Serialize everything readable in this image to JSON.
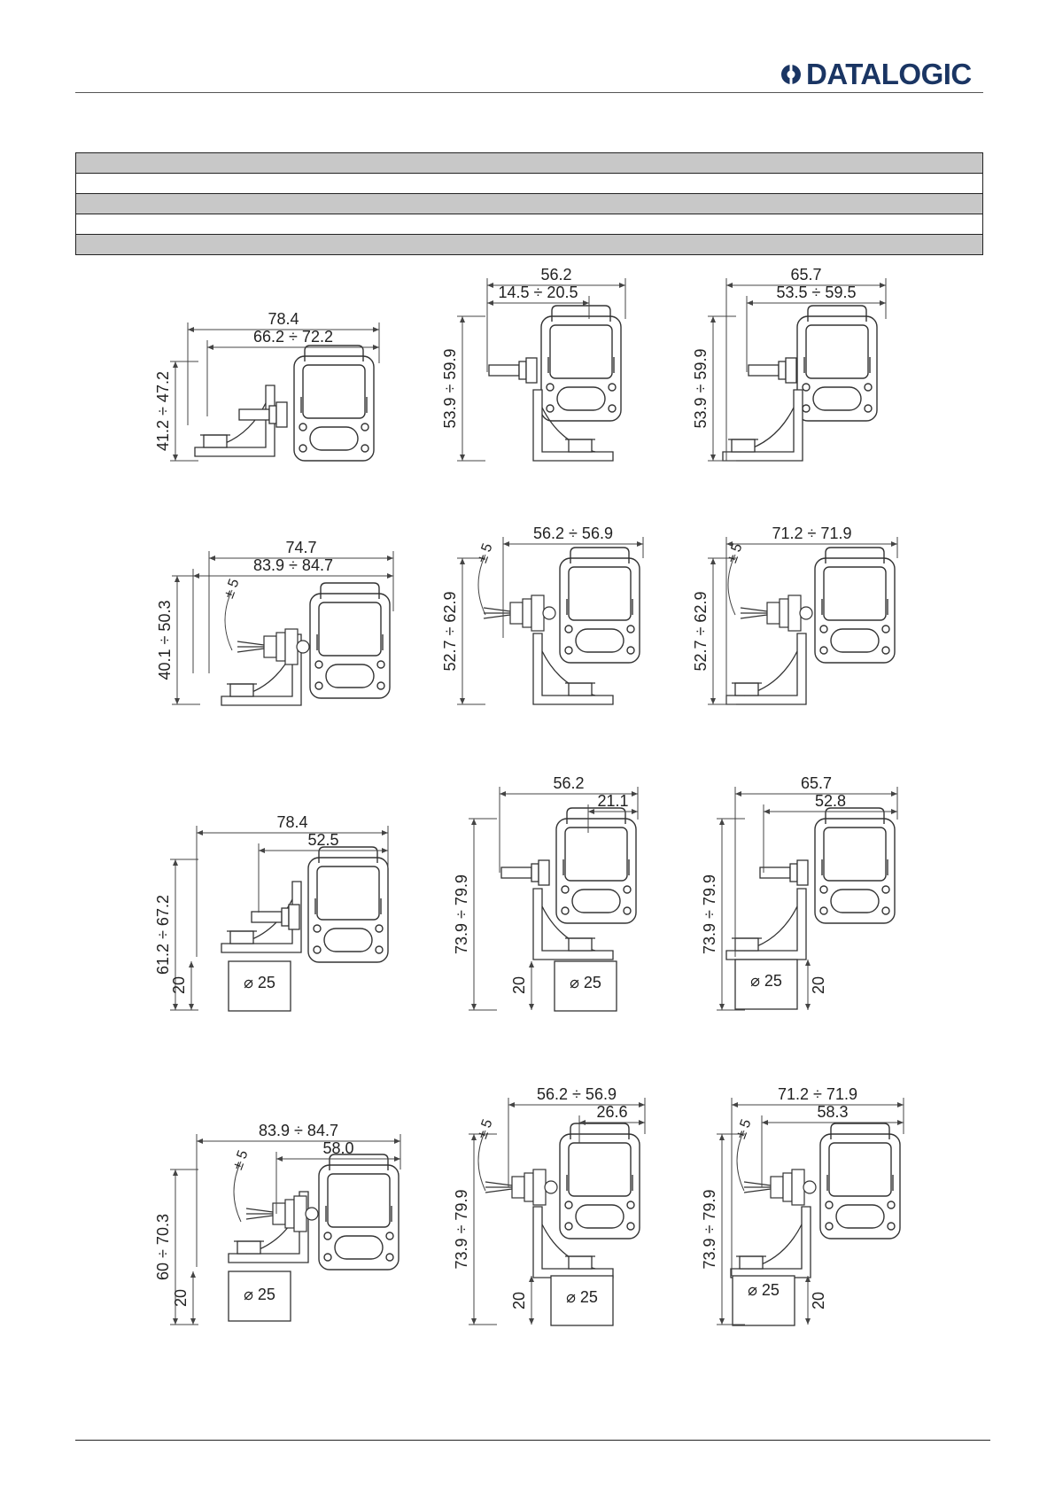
{
  "header": {
    "logo_text": "DATALOGIC",
    "brand_color": "#1a3563"
  },
  "drawings": [
    {
      "dims": [
        "78.4",
        "66.2 ÷ 72.2",
        "41.2 ÷ 47.2"
      ]
    },
    {
      "dims": [
        "56.2",
        "14.5 ÷ 20.5",
        "53.9 ÷ 59.9"
      ]
    },
    {
      "dims": [
        "65.7",
        "53.5 ÷ 59.5",
        "53.9 ÷ 59.9"
      ]
    },
    {
      "dims": [
        "74.7",
        "83.9 ÷ 84.7",
        "40.1 ÷ 50.3",
        "± 5"
      ]
    },
    {
      "dims": [
        "56.2 ÷ 56.9",
        "52.7 ÷ 62.9",
        "± 5"
      ]
    },
    {
      "dims": [
        "71.2 ÷ 71.9",
        "52.7 ÷ 62.9",
        "± 5"
      ]
    },
    {
      "dims": [
        "78.4",
        "52.5",
        "61.2 ÷ 67.2",
        "20",
        "⌀ 25"
      ]
    },
    {
      "dims": [
        "56.2",
        "21.1",
        "73.9 ÷ 79.9",
        "20",
        "⌀ 25"
      ]
    },
    {
      "dims": [
        "65.7",
        "52.8",
        "73.9 ÷ 79.9",
        "20",
        "⌀ 25"
      ]
    },
    {
      "dims": [
        "83.9 ÷ 84.7",
        "58.0",
        "60 ÷ 70.3",
        "20",
        "⌀ 25",
        "± 5"
      ]
    },
    {
      "dims": [
        "56.2 ÷ 56.9",
        "26.6",
        "73.9 ÷ 79.9",
        "20",
        "⌀ 25",
        "± 5"
      ]
    },
    {
      "dims": [
        "71.2 ÷ 71.9",
        "58.3",
        "73.9 ÷ 79.9",
        "20",
        "⌀ 25",
        "± 5"
      ]
    }
  ]
}
